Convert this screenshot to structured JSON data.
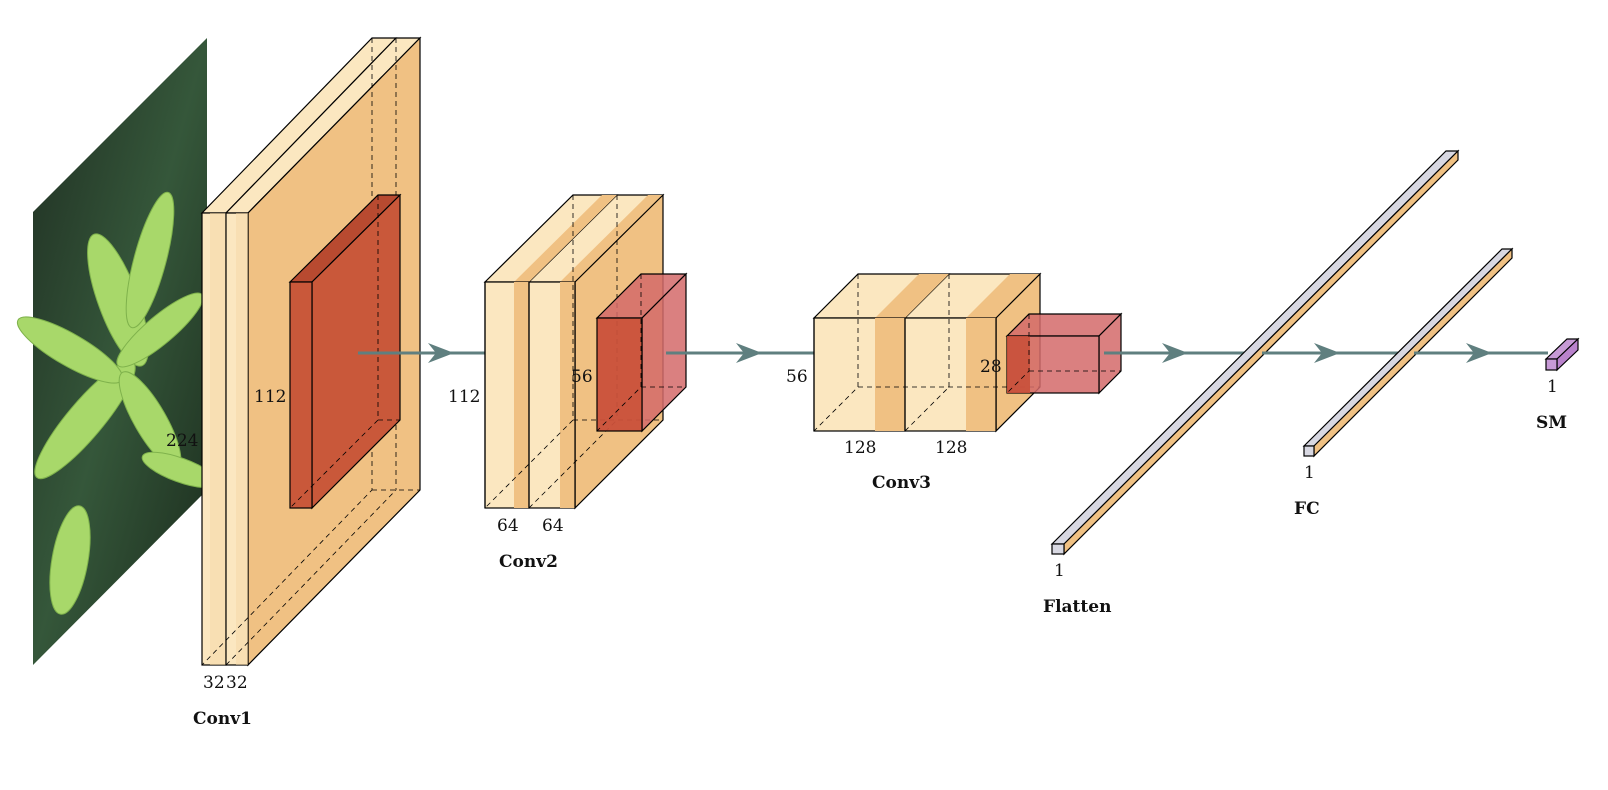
{
  "colors": {
    "conv_light": "#fbe7c0",
    "conv_dark": "#f0c183",
    "pool_solid": "#c9583a",
    "pool_translucent": "#d46a6a",
    "fc_face": "#dcdce6",
    "softmax": "#c79ad6",
    "connector": "#5f7f7f",
    "photo_dark": "#27402a",
    "photo_leaf": "#a8d86a"
  },
  "input": {
    "image_name": "plant-leaf-photo",
    "size_label": "224"
  },
  "layers": {
    "conv1": {
      "caption": "Conv1",
      "height_label": "112",
      "channel_labels": [
        "32",
        "32"
      ]
    },
    "conv2": {
      "caption": "Conv2",
      "height_label": "112",
      "pool_label": "56",
      "channel_labels": [
        "64",
        "64"
      ]
    },
    "conv3": {
      "caption": "Conv3",
      "height_label": "56",
      "pool_label": "28",
      "channel_labels": [
        "128",
        "128"
      ]
    },
    "flatten": {
      "caption": "Flatten",
      "size_label": "1"
    },
    "fc": {
      "caption": "FC",
      "size_label": "1"
    },
    "softmax": {
      "caption": "SM",
      "size_label": "1"
    }
  }
}
